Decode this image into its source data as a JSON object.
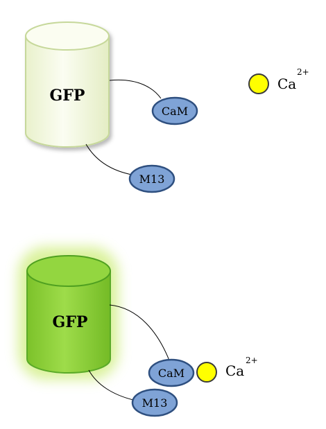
{
  "colors": {
    "gfp_inactive_fill": "#f6fae6",
    "gfp_inactive_stroke": "#c6d89a",
    "gfp_active_fill": "#8fd23c",
    "gfp_active_stroke": "#5aaa28",
    "gfp_glow": "#d6f090",
    "protein_fill": "#7fa3d6",
    "protein_stroke": "#2e4f7f",
    "calcium_fill": "#ffff00",
    "calcium_stroke": "#3a3a3a"
  },
  "top_panel": {
    "gfp_label": "GFP",
    "cam_label": "CaM",
    "m13_label": "M13",
    "ion_label": "Ca",
    "ion_charge": "2+"
  },
  "bottom_panel": {
    "gfp_label": "GFP",
    "cam_label": "CaM",
    "m13_label": "M13",
    "ion_label": "Ca",
    "ion_charge": "2+"
  }
}
